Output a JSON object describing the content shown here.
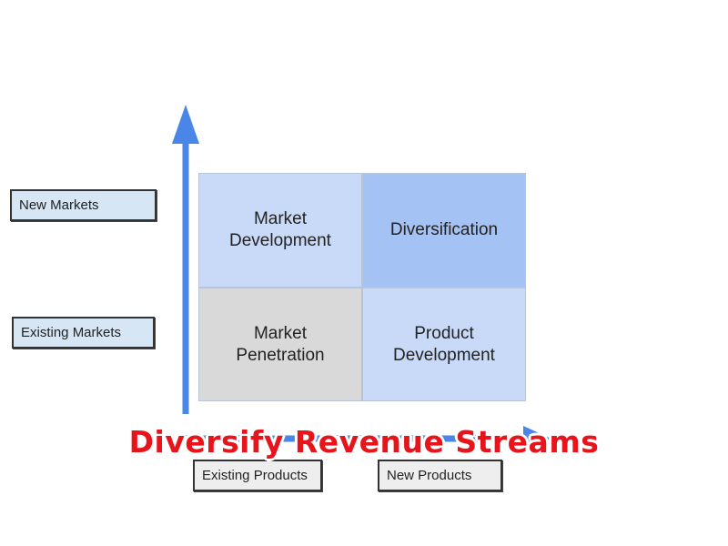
{
  "headline": "Diversify Revenue Streams",
  "row_labels": {
    "top": "New Markets",
    "bottom": "Existing Markets"
  },
  "column_labels": {
    "left": "Existing Products",
    "right": "New Products"
  },
  "quadrants": {
    "top_left": "Market\nDevelopment",
    "top_right": "Diversification",
    "bottom_left": "Market\nPenetration",
    "bottom_right": "Product\nDevelopment"
  },
  "colors": {
    "arrow": "#4a86e8",
    "headline": "#e8141b",
    "top_left": "#c9daf8",
    "top_right": "#a4c2f4",
    "bottom_left": "#d9d9d9",
    "bottom_right": "#c9daf8",
    "row_label_bg": "#d6e6f5",
    "col_label_bg": "#eeeeee"
  }
}
